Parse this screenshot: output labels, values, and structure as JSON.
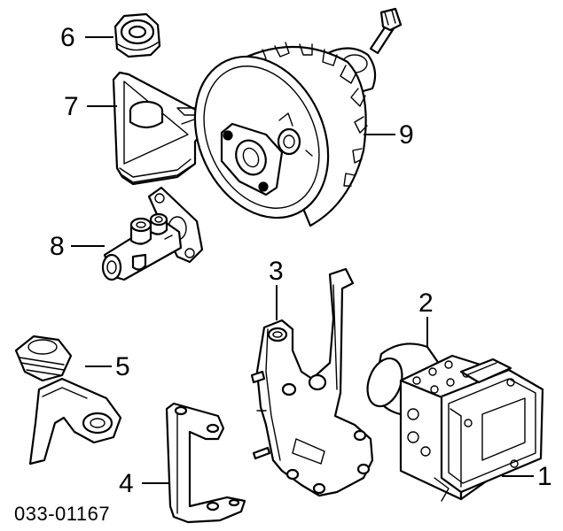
{
  "diagram": {
    "id_label": "033-01167",
    "callouts": [
      {
        "number": "1"
      },
      {
        "number": "2"
      },
      {
        "number": "3"
      },
      {
        "number": "4"
      },
      {
        "number": "5"
      },
      {
        "number": "6"
      },
      {
        "number": "7"
      },
      {
        "number": "8"
      },
      {
        "number": "9"
      }
    ]
  }
}
